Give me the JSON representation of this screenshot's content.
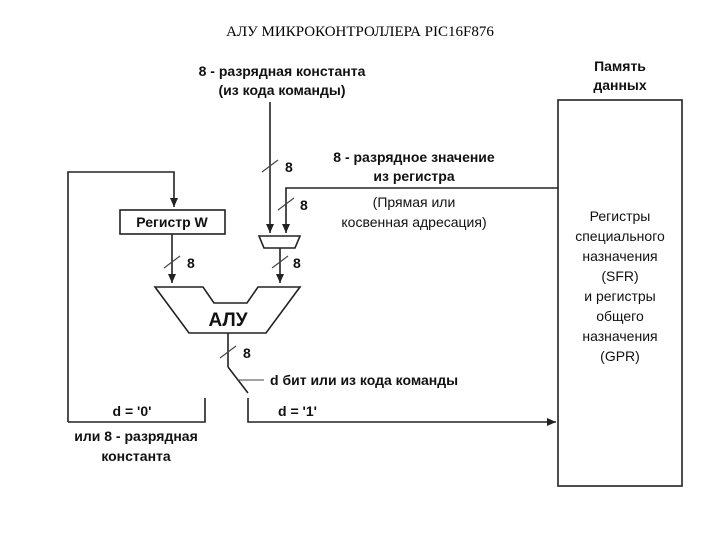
{
  "title": "АЛУ МИКРОКОНТРОЛЛЕРА PIC16F876",
  "constant_label": [
    "8 - разрядная константа",
    "(из кода команды)"
  ],
  "register_value_label": [
    "8 - разрядное значение",
    "из регистра",
    "(Прямая или",
    "косвенная адресация)"
  ],
  "memory_title": [
    "Память",
    "данных"
  ],
  "memory_body": [
    "Регистры",
    "специального",
    "назначения",
    "(SFR)",
    "и регистры",
    "общего",
    "назначения",
    "(GPR)"
  ],
  "register_w": "Регистр W",
  "alu_label": "АЛУ",
  "bus_width": "8",
  "d_bit_label": "d бит или из кода команды",
  "d0_label": "d = '0'",
  "d1_label": "d = '1'",
  "feedback_label": [
    "или 8 - разрядная",
    "константа"
  ]
}
